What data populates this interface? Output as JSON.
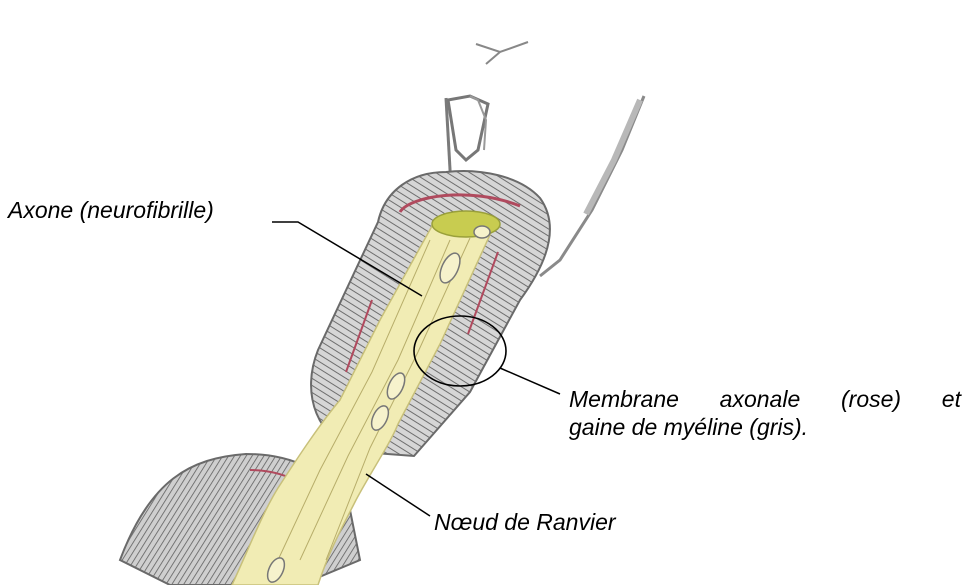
{
  "diagram": {
    "labels": {
      "axon": "Axone (neurofibrille)",
      "membrane_line1": "Membrane axonale (rose) et",
      "membrane_line2": "gaine de myéline (gris).",
      "node": "Nœud de Ranvier"
    },
    "colors": {
      "axon_fill": "#f1ecb4",
      "myelin_gray": "#8a8a8a",
      "membrane_pink": "#b04a5e",
      "cut_face_green": "#c8cc50",
      "leader_line": "#000000"
    }
  }
}
